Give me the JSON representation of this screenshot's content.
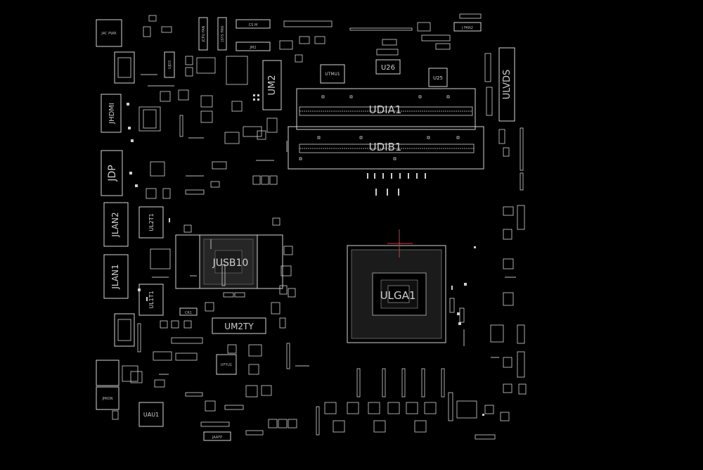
{
  "board": {
    "background": "#000000",
    "outline_color": "#d4d4d4",
    "marker_color": "#e0343a"
  },
  "labels": {
    "udia1": "UDIA1",
    "udib1": "UDIB1",
    "um2": "UM2",
    "ulvds": "ULVDS",
    "u26": "U26",
    "u25": "U25",
    "jhdmi": "JHDMI",
    "jdp": "JDP",
    "jlan2": "JLAN2",
    "jlan1": "JLAN1",
    "ul2t1": "UL2T1",
    "ul1t1": "UL1T1",
    "jusb": "JUSB10",
    "ulga": "ULGA1",
    "um2ty": "UM2TY",
    "uau1": "UAU1",
    "jaafp": "JAAFP",
    "jmion": "JMION",
    "ujd3": "UJD3",
    "utmu1": "UTMU1",
    "jm2": "JM2",
    "ufyu1": "UFYU1",
    "j4c_pwr": "J4C PWR",
    "cs_m": "CS M",
    "jcpu_fan": "JCPU FAN",
    "jsys_fan": "JSYS FAN",
    "j_fan": "J FAN2",
    "cr1": "CR1"
  }
}
